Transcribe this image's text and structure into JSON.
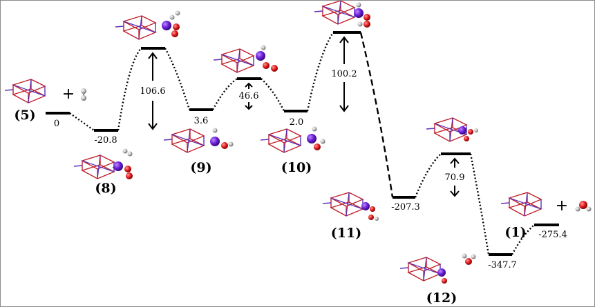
{
  "diagram": {
    "levels": [
      {
        "id": "s5",
        "energy": "0",
        "label": "(5)"
      },
      {
        "id": "s8",
        "energy": "-20.8",
        "label": "(8)"
      },
      {
        "id": "ts1",
        "energy": "",
        "label": ""
      },
      {
        "id": "s9",
        "energy": "3.6",
        "label": "(9)"
      },
      {
        "id": "ts2",
        "energy": "",
        "label": ""
      },
      {
        "id": "s10",
        "energy": "2.0",
        "label": "(10)"
      },
      {
        "id": "ts3",
        "energy": "",
        "label": ""
      },
      {
        "id": "s11",
        "energy": "-207.3",
        "label": "(11)"
      },
      {
        "id": "ts4",
        "energy": "",
        "label": ""
      },
      {
        "id": "s12",
        "energy": "-347.7",
        "label": "(12)"
      },
      {
        "id": "s1",
        "energy": "-275.4",
        "label": "(1)"
      }
    ],
    "barriers": [
      {
        "id": "b1",
        "value": "106.6"
      },
      {
        "id": "b2",
        "value": "46.6"
      },
      {
        "id": "b3",
        "value": "100.2"
      },
      {
        "id": "b4",
        "value": "70.9"
      }
    ],
    "plus_sign": "+",
    "colors": {
      "cage_red": "#c0202a",
      "cage_blue": "#5a2fb8",
      "metal_atom": "#6a1bd6",
      "oxygen_atom": "#e01818",
      "hydrogen_atom": "#c8c8c8",
      "line": "#000000"
    }
  }
}
